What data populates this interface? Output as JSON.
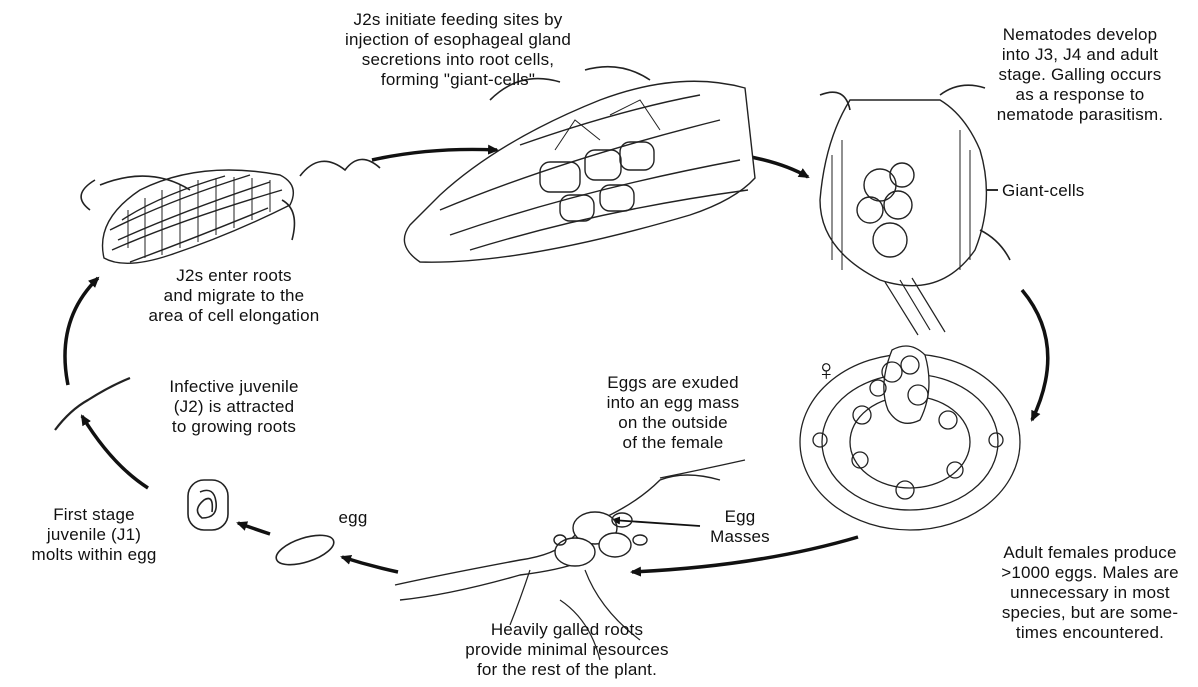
{
  "labels": {
    "j2_feeding": "J2s initiate feeding sites by\ninjection of esophageal gland\nsecretions into root cells,\nforming \"giant-cells\"",
    "nematodes_develop": "Nematodes develop\ninto J3, J4 and adult\nstage. Galling occurs\nas a response to\nnematode parasitism.",
    "giant_cells": "Giant-cells",
    "j2_enter": "J2s enter roots\nand migrate to the\narea of cell elongation",
    "infective_juvenile": "Infective juvenile\n(J2) is attracted\nto growing roots",
    "eggs_exuded": "Eggs are exuded\ninto an egg mass\non the outside\nof the female",
    "female_symbol": "♀",
    "first_stage": "First stage\njuvenile (J1)\nmolts within egg",
    "egg": "egg",
    "egg_masses": "Egg\nMasses",
    "adult_females": "Adult females produce\n>1000 eggs. Males are\nunnecessary in most\nspecies, but are some-\ntimes encountered.",
    "heavily_galled": "Heavily galled roots\nprovide minimal resources\nfor the rest of the plant."
  }
}
